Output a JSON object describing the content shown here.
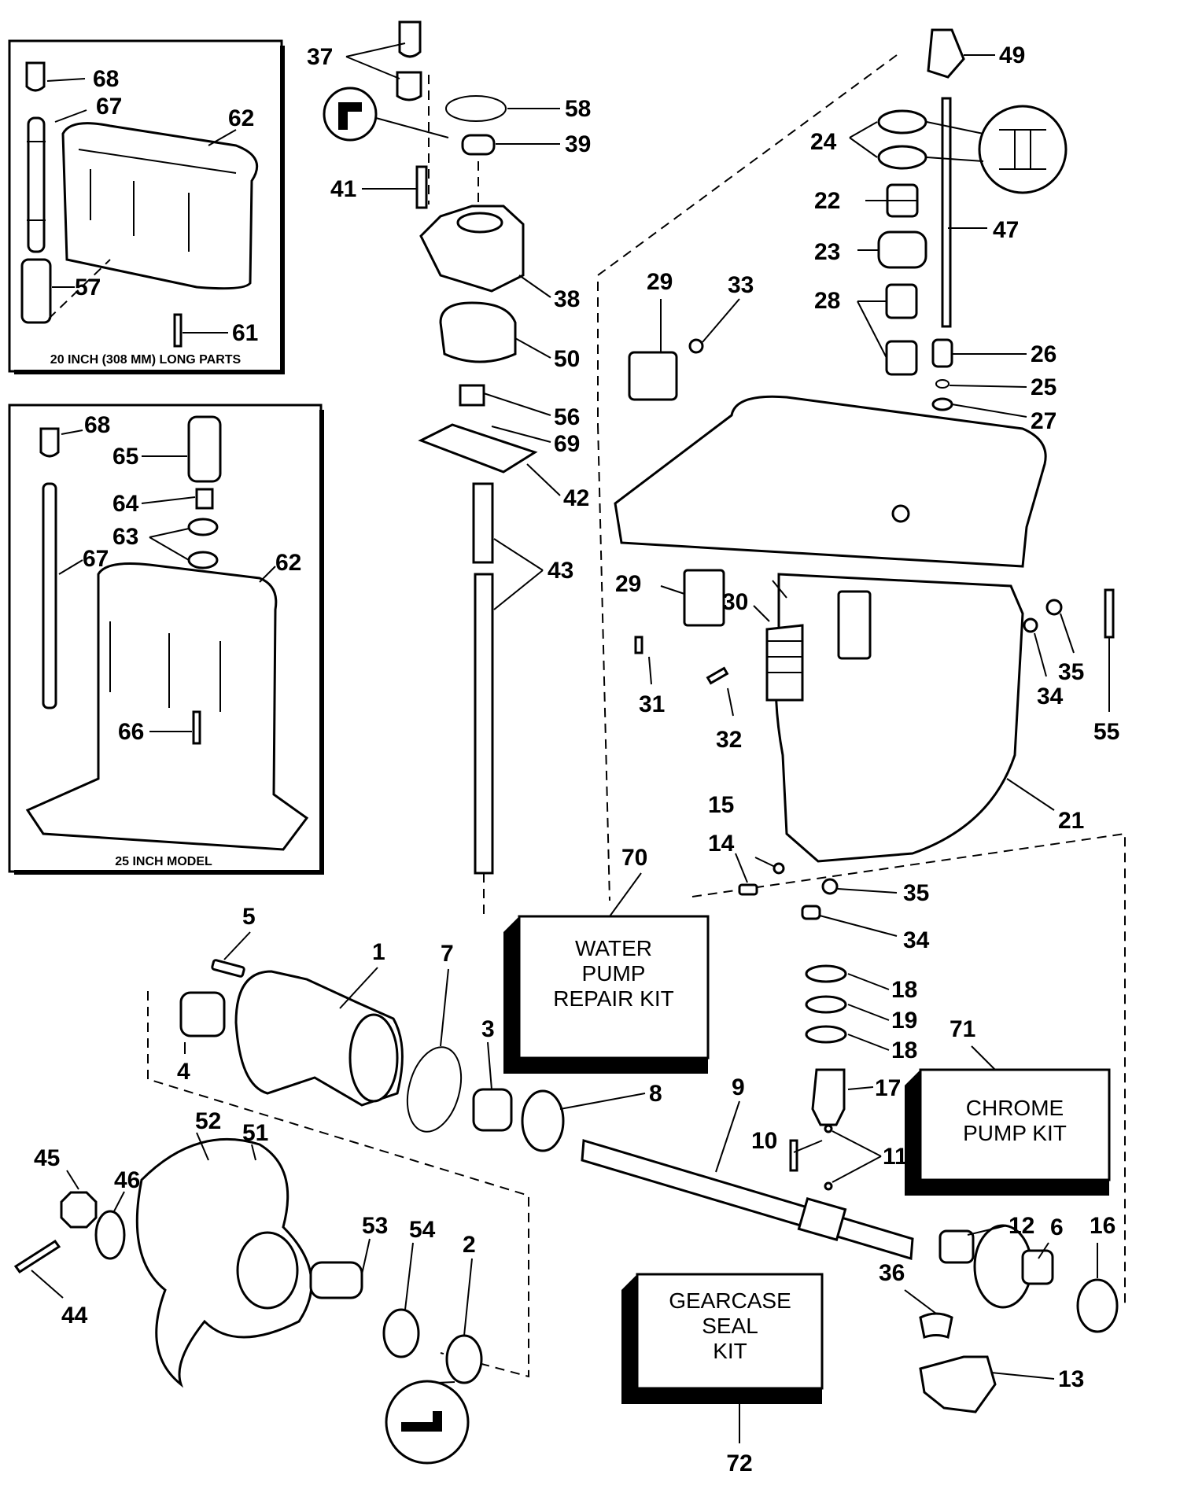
{
  "insets": {
    "long_parts": {
      "caption": "20 INCH (308 MM) LONG PARTS"
    },
    "model_25": {
      "caption": "25 INCH MODEL"
    }
  },
  "kits": {
    "water_pump": {
      "line1": "WATER",
      "line2": "PUMP",
      "line3": "REPAIR KIT"
    },
    "chrome_pump": {
      "line1": "CHROME",
      "line2": "PUMP KIT"
    },
    "gearcase_seal": {
      "line1": "GEARCASE",
      "line2": "SEAL",
      "line3": "KIT"
    }
  },
  "callouts": {
    "c1": "1",
    "c2": "2",
    "c3": "3",
    "c4": "4",
    "c5": "5",
    "c6": "6",
    "c7": "7",
    "c8": "8",
    "c9": "9",
    "c10": "10",
    "c11": "11",
    "c12": "12",
    "c13": "13",
    "c14": "14",
    "c15": "15",
    "c16": "16",
    "c17": "17",
    "c18a": "18",
    "c18b": "18",
    "c19": "19",
    "c21": "21",
    "c22": "22",
    "c23": "23",
    "c24": "24",
    "c25": "25",
    "c26": "26",
    "c27": "27",
    "c28": "28",
    "c29a": "29",
    "c29b": "29",
    "c30": "30",
    "c31": "31",
    "c32": "32",
    "c33": "33",
    "c34a": "34",
    "c34b": "34",
    "c35a": "35",
    "c35b": "35",
    "c36": "36",
    "c37": "37",
    "c38": "38",
    "c39": "39",
    "c41": "41",
    "c42": "42",
    "c43": "43",
    "c44": "44",
    "c45": "45",
    "c46": "46",
    "c47": "47",
    "c49": "49",
    "c50": "50",
    "c51": "51",
    "c52": "52",
    "c53": "53",
    "c54": "54",
    "c55": "55",
    "c56": "56",
    "c57": "57",
    "c58": "58",
    "c61": "61",
    "c62a": "62",
    "c62b": "62",
    "c63": "63",
    "c64": "64",
    "c65": "65",
    "c66": "66",
    "c67a": "67",
    "c67b": "67",
    "c68a": "68",
    "c68b": "68",
    "c69": "69",
    "c70": "70",
    "c71": "71",
    "c72": "72"
  }
}
